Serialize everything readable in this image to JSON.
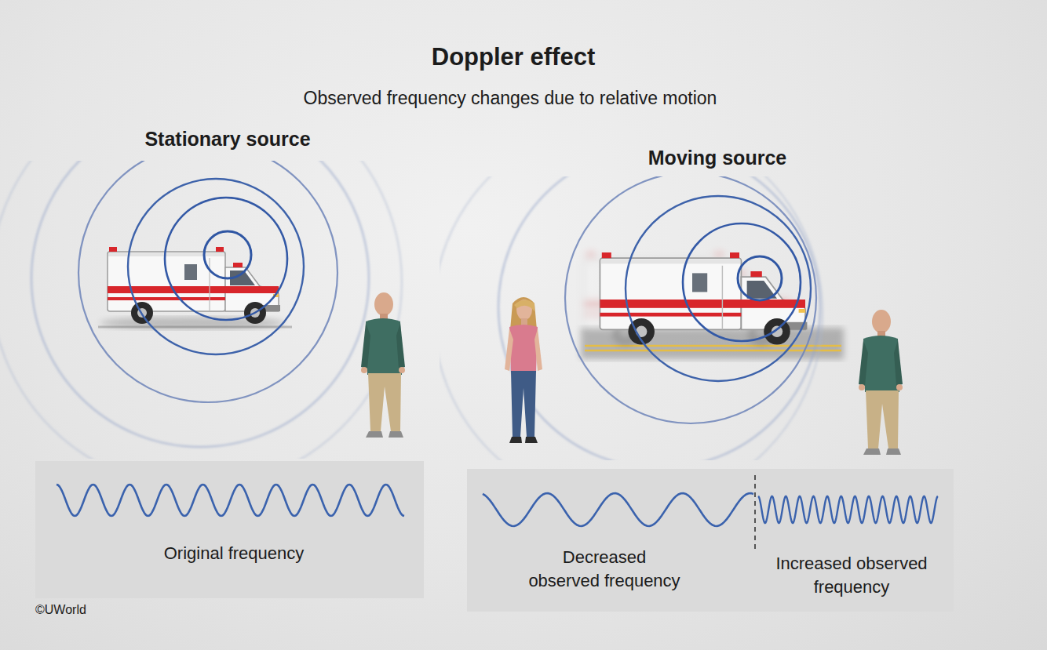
{
  "diagram": {
    "title": "Doppler effect",
    "nodes": [
      {
        "text": [
          "Original frequency"
        ]
      },
      {
        "text": [
          "Decreased observed frequency",
          "Increased observed frequency"
        ]
      }
    ],
    "labels": [
      "Observed frequency changes due to relative motion",
      "Stationary source",
      "Moving source",
      "©UWorld"
    ]
  }
}
